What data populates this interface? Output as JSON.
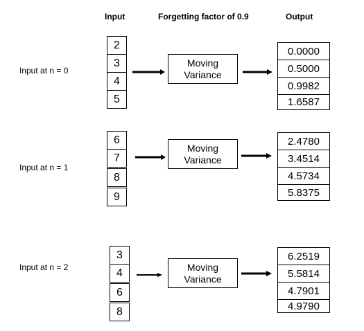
{
  "headers": {
    "input": "Input",
    "forgetting": "Forgetting factor of 0.9",
    "output": "Output"
  },
  "block_label": [
    "Moving",
    "Variance"
  ],
  "groups": [
    {
      "label": "Input at n = 0",
      "inputs": [
        "2",
        "3",
        "4",
        "5"
      ],
      "outputs": [
        "0.0000",
        "0.5000",
        "0.9982",
        "1.6587"
      ]
    },
    {
      "label": "Input at n = 1",
      "inputs": [
        "6",
        "7",
        "8",
        "9"
      ],
      "outputs": [
        "2.4780",
        "3.4514",
        "4.5734",
        "5.8375"
      ]
    },
    {
      "label": "Input at n = 2",
      "inputs": [
        "3",
        "4",
        "6",
        "8"
      ],
      "outputs": [
        "6.2519",
        "5.5814",
        "4.7901",
        "4.9790"
      ]
    }
  ]
}
